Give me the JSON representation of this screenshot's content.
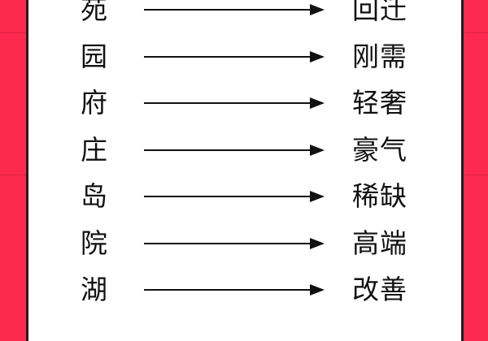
{
  "colors": {
    "background": "#fe2a4d",
    "panel": "#ffffff",
    "text": "#111111"
  },
  "rows": [
    {
      "left": "苑",
      "right": "回迁"
    },
    {
      "left": "园",
      "right": "刚需"
    },
    {
      "left": "府",
      "right": "轻奢"
    },
    {
      "left": "庄",
      "right": "豪气"
    },
    {
      "left": "岛",
      "right": "稀缺"
    },
    {
      "left": "院",
      "right": "高端"
    },
    {
      "left": "湖",
      "right": "改善"
    }
  ]
}
